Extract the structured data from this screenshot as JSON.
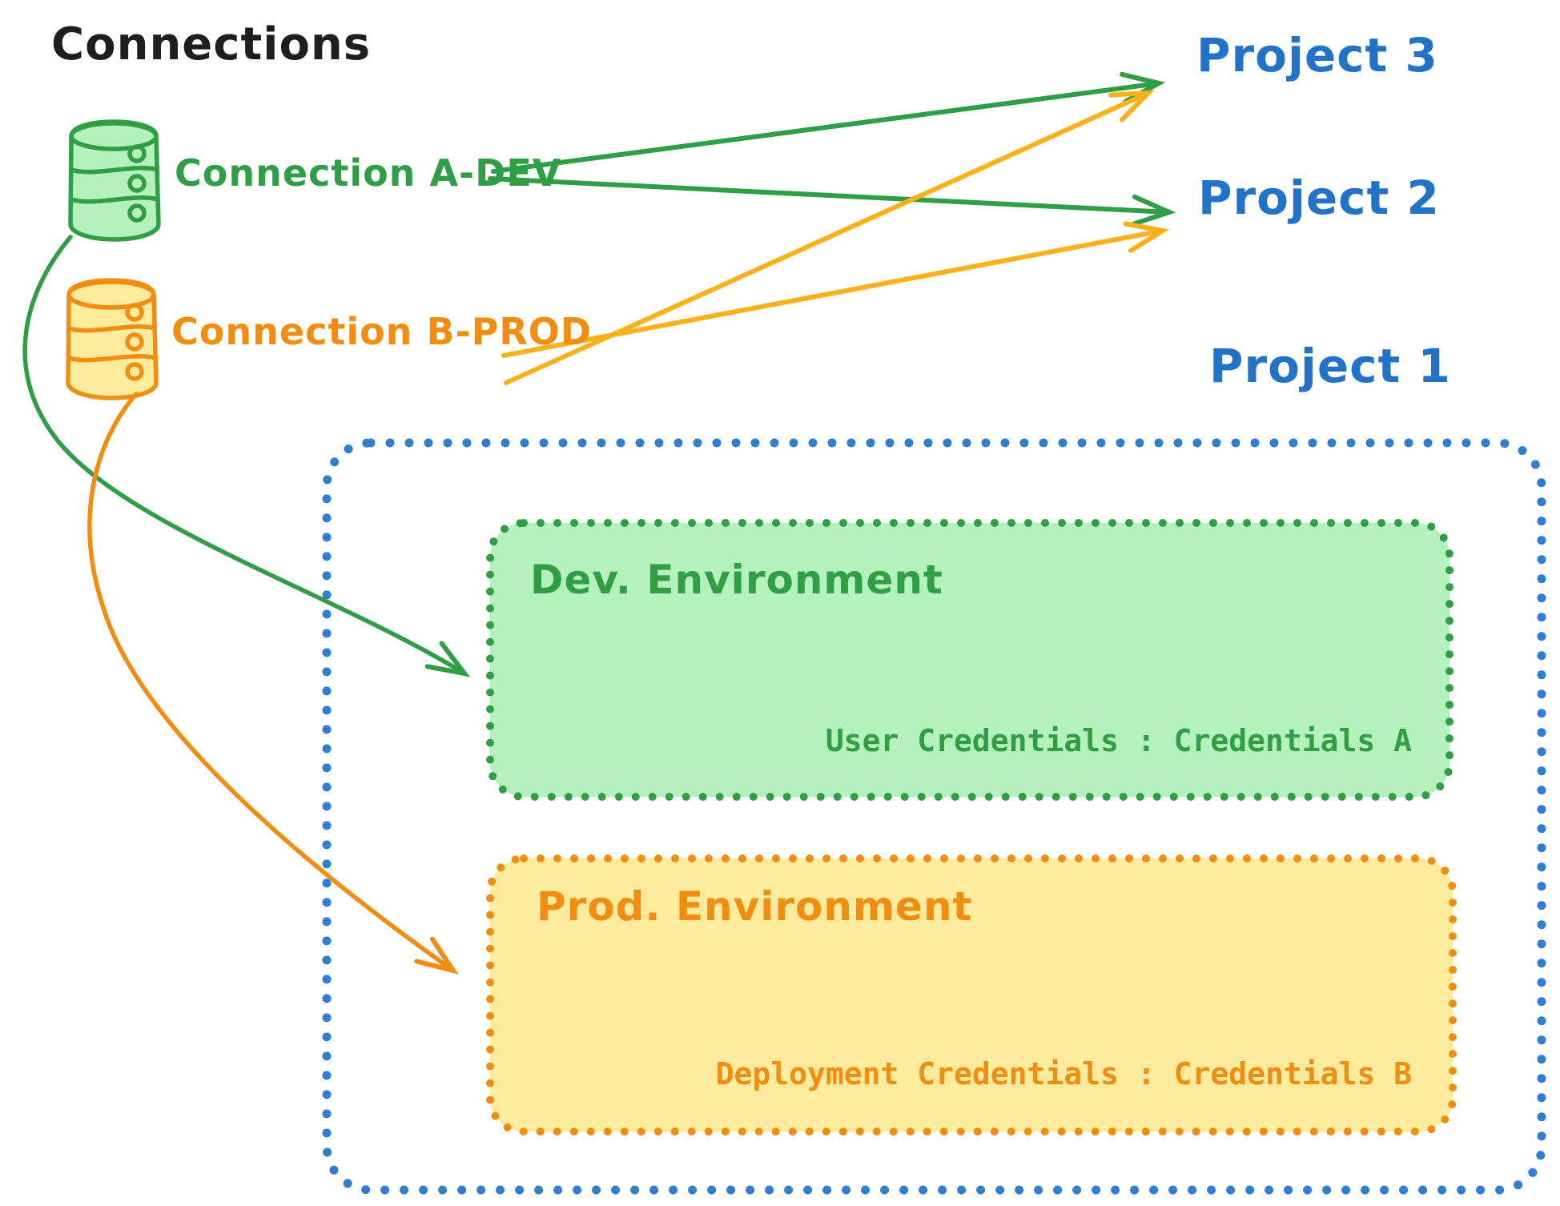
{
  "diagram_title": "Connections",
  "connections": {
    "title": "Connections",
    "items": [
      {
        "label": "Connection A-DEV",
        "icon": "database-icon",
        "color": "#2f9e44",
        "fill": "#b4f1bd"
      },
      {
        "label": "Connection B-PROD",
        "icon": "database-icon",
        "color": "#f18e11",
        "fill": "#fdeb9d"
      }
    ]
  },
  "projects": [
    {
      "label": "Project 3"
    },
    {
      "label": "Project 2"
    },
    {
      "label": "Project 1"
    }
  ],
  "project1_box": {
    "label": "Project 1",
    "environments": [
      {
        "title": "Dev. Environment",
        "credentials_text": "User Credentials : Credentials A",
        "credentials_key": "User Credentials",
        "credentials_value": "Credentials A"
      },
      {
        "title": "Prod. Environment",
        "credentials_text": "Deployment Credentials : Credentials B",
        "credentials_key": "Deployment Credentials",
        "credentials_value": "Credentials B"
      }
    ]
  },
  "edges": [
    {
      "from": "Connection A-DEV",
      "to": "Project 3",
      "style": "straight",
      "color": "#2f9e44"
    },
    {
      "from": "Connection A-DEV",
      "to": "Project 2",
      "style": "straight",
      "color": "#2f9e44"
    },
    {
      "from": "Connection B-PROD",
      "to": "Project 3",
      "style": "straight",
      "color": "#fbb11b"
    },
    {
      "from": "Connection B-PROD",
      "to": "Project 2",
      "style": "straight",
      "color": "#fbb11b"
    },
    {
      "from": "Connection A-DEV",
      "to": "Dev. Environment (Project 1)",
      "style": "curved",
      "color": "#2f9e44"
    },
    {
      "from": "Connection B-PROD",
      "to": "Prod. Environment (Project 1)",
      "style": "curved",
      "color": "#f18e11"
    }
  ],
  "colors": {
    "black": "#1e1e1e",
    "green": "#2f9e44",
    "green_fill": "#b4f1bd",
    "orange": "#f18e11",
    "orange_fill": "#fdeb9d",
    "amber": "#fbb11b",
    "blue_text": "#2273c8",
    "blue_border": "#2e7ed2",
    "background": "#ffffff"
  }
}
